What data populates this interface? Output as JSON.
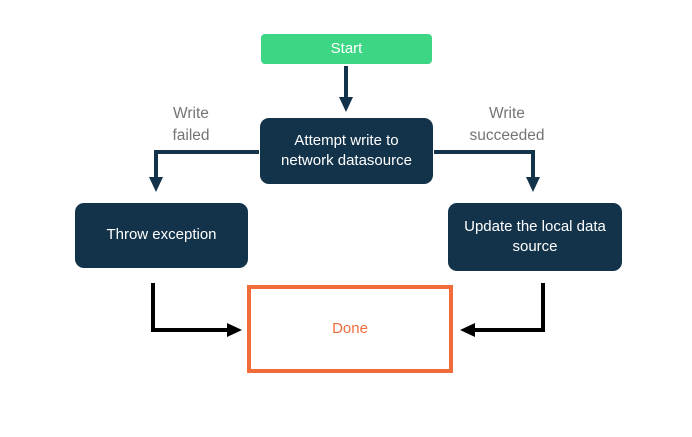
{
  "diagram": {
    "type": "flowchart",
    "nodes": {
      "start": {
        "label": "Start",
        "kind": "start-terminal"
      },
      "attempt": {
        "label": "Attempt write to network datasource",
        "kind": "process"
      },
      "throw": {
        "label": "Throw exception",
        "kind": "process"
      },
      "update": {
        "label": "Update the local data source",
        "kind": "process"
      },
      "done": {
        "label": "Done",
        "kind": "end-terminal"
      }
    },
    "edges": [
      {
        "from": "start",
        "to": "attempt",
        "label": ""
      },
      {
        "from": "attempt",
        "to": "throw",
        "label": "Write failed"
      },
      {
        "from": "attempt",
        "to": "update",
        "label": "Write succeeded"
      },
      {
        "from": "throw",
        "to": "done",
        "label": ""
      },
      {
        "from": "update",
        "to": "done",
        "label": ""
      }
    ],
    "edge_labels": {
      "failed": "Write\nfailed",
      "succeeded": "Write\nsucceeded"
    }
  },
  "colors": {
    "start-fill": "#3dd685",
    "node-fill": "#123349",
    "node-text": "#ffffff",
    "done-border": "#f26c39",
    "done-text": "#f26c39",
    "edge-label": "#757575",
    "navy-arrow": "#123349",
    "black-arrow": "#000000",
    "background": "#ffffff"
  }
}
